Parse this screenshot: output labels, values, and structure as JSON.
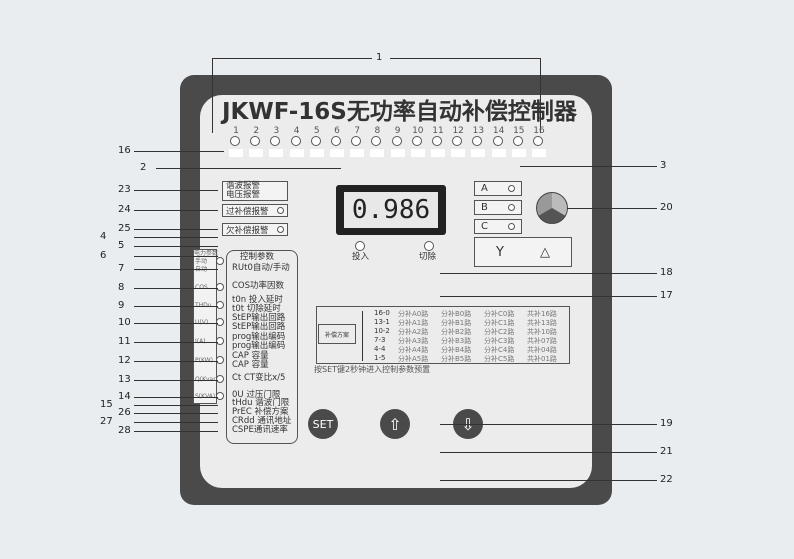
{
  "title": "JKWF-16S无功率自动补偿控制器",
  "display_value": "0.986",
  "led_numbers": [
    "1",
    "2",
    "3",
    "4",
    "5",
    "6",
    "7",
    "8",
    "9",
    "10",
    "11",
    "12",
    "13",
    "14",
    "15",
    "16"
  ],
  "alarms": [
    "谐波报警",
    "电压报警",
    "过补偿报警",
    "欠补偿报警"
  ],
  "phases": [
    "A",
    "B",
    "C"
  ],
  "labels": {
    "input": "投入",
    "cut": "切除"
  },
  "side_panel": {
    "title": "电力参数",
    "items": [
      "手动",
      "自动",
      "COS",
      "THDu",
      "U(V)",
      "I(A)",
      "P(KW)",
      "Q(Kvar)",
      "S(KVA)"
    ]
  },
  "params": {
    "title": "控制参数",
    "rows": [
      "RUt0自动/手动",
      "COS功率因数",
      "t0n 投入延时",
      "t0t 切除延时",
      "StEP输出回路",
      "StEP输出回路",
      "prog输出编码",
      "prog输出编码",
      "CAP 容量",
      "CAP 容量",
      "Ct  CT变比x/5",
      "0U  过压门限",
      "tHdu 谐波门限",
      "PrEC 补偿方案",
      "CRdd 通讯地址",
      "CSPE通讯速率"
    ]
  },
  "scheme": {
    "label": "补偿方案",
    "codes": [
      "16-0",
      "13-1",
      "10-2",
      "7-3",
      "4-4",
      "1-5"
    ],
    "cols": [
      [
        "分补A0路",
        "分补A1路",
        "分补A2路",
        "分补A3路",
        "分补A4路",
        "分补A5路"
      ],
      [
        "分补B0路",
        "分补B1路",
        "分补B2路",
        "分补B3路",
        "分补B4路",
        "分补B5路"
      ],
      [
        "分补C0路",
        "分补C1路",
        "分补C2路",
        "分补C3路",
        "分补C4路",
        "分补C5路"
      ],
      [
        "共补16路",
        "共补13路",
        "共补10路",
        "共补07路",
        "共补04路",
        "共补01路"
      ]
    ],
    "note": "按SET键2秒钟进入控制参数预置"
  },
  "buttons": {
    "set": "SET"
  },
  "wiring": {
    "star": "Y",
    "delta": "△",
    "abc": [
      "A",
      "B",
      "C"
    ]
  },
  "callouts_left": [
    [
      "16",
      151
    ],
    [
      "2",
      168
    ],
    [
      "23",
      190
    ],
    [
      "24",
      210
    ],
    [
      "25",
      229
    ],
    [
      "4",
      237
    ],
    [
      "5",
      246
    ],
    [
      "6",
      256
    ],
    [
      "7",
      269
    ],
    [
      "8",
      288
    ],
    [
      "9",
      306
    ],
    [
      "10",
      323
    ],
    [
      "11",
      342
    ],
    [
      "12",
      361
    ],
    [
      "13",
      380
    ],
    [
      "14",
      397
    ],
    [
      "15",
      405
    ],
    [
      "26",
      413
    ],
    [
      "27",
      422
    ],
    [
      "28",
      431
    ]
  ],
  "callouts_right": [
    [
      "3",
      166
    ],
    [
      "20",
      208
    ],
    [
      "18",
      273
    ],
    [
      "17",
      296
    ],
    [
      "19",
      424
    ],
    [
      "21",
      452
    ],
    [
      "22",
      480
    ]
  ],
  "callout_top": "1"
}
